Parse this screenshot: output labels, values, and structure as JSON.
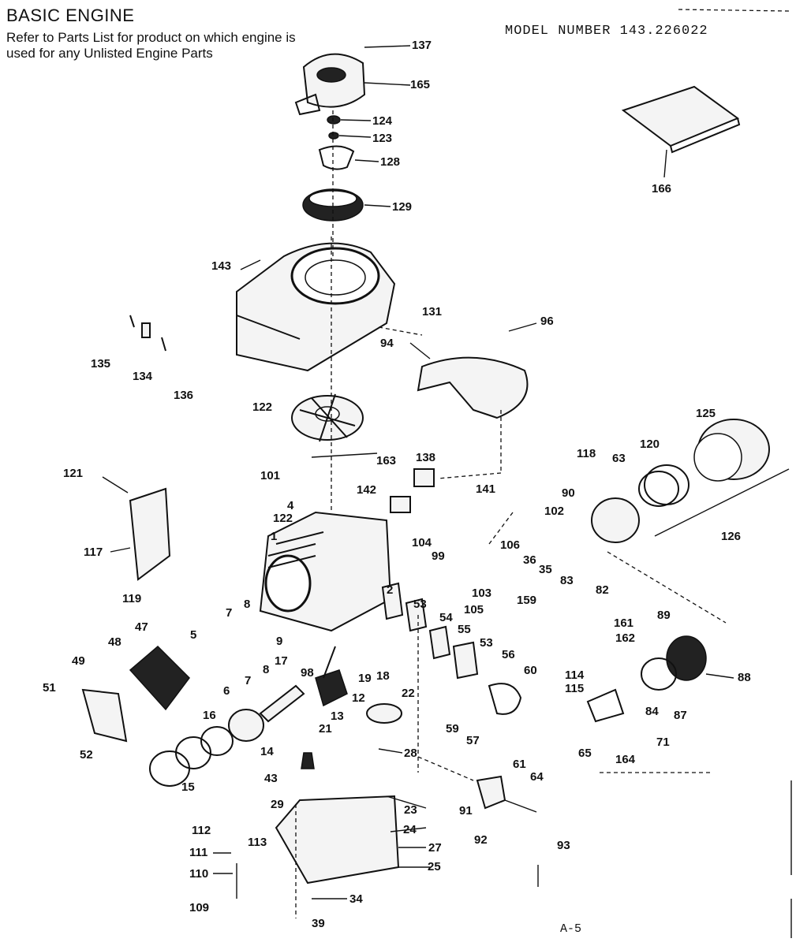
{
  "header": {
    "title": "BASIC ENGINE",
    "note": "Refer to Parts List for product on which engine is used for any Unlisted Engine Parts",
    "model": "MODEL NUMBER 143.226022",
    "page": "A-5"
  },
  "labels": [
    "137",
    "165",
    "124",
    "123",
    "128",
    "129",
    "166",
    "143",
    "131",
    "96",
    "94",
    "135",
    "134",
    "136",
    "122",
    "125",
    "118",
    "120",
    "63",
    "90",
    "126",
    "163",
    "138",
    "121",
    "101",
    "141",
    "142",
    "102",
    "4",
    "122",
    "104",
    "106",
    "117",
    "1",
    "99",
    "36",
    "35",
    "103",
    "83",
    "119",
    "2",
    "53",
    "105",
    "159",
    "82",
    "54",
    "7",
    "8",
    "55",
    "161",
    "89",
    "5",
    "53",
    "162",
    "48",
    "47",
    "9",
    "56",
    "49",
    "98",
    "17",
    "19",
    "18",
    "60",
    "88",
    "114",
    "115",
    "6",
    "7",
    "8",
    "16",
    "12",
    "13",
    "22",
    "87",
    "84",
    "71",
    "51",
    "52",
    "14",
    "21",
    "59",
    "57",
    "164",
    "61",
    "64",
    "65",
    "15",
    "28",
    "43",
    "91",
    "29",
    "23",
    "92",
    "93",
    "112",
    "113",
    "24",
    "111",
    "27",
    "25",
    "110",
    "109",
    "34",
    "39"
  ]
}
